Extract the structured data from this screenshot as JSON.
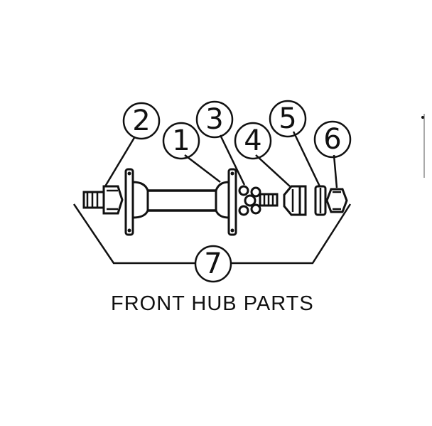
{
  "diagram": {
    "title": "FRONT HUB PARTS",
    "callouts": [
      {
        "id": "2",
        "label": "2"
      },
      {
        "id": "1",
        "label": "1"
      },
      {
        "id": "3",
        "label": "3"
      },
      {
        "id": "4",
        "label": "4"
      },
      {
        "id": "5",
        "label": "5"
      },
      {
        "id": "6",
        "label": "6"
      },
      {
        "id": "7",
        "label": "7"
      }
    ]
  }
}
